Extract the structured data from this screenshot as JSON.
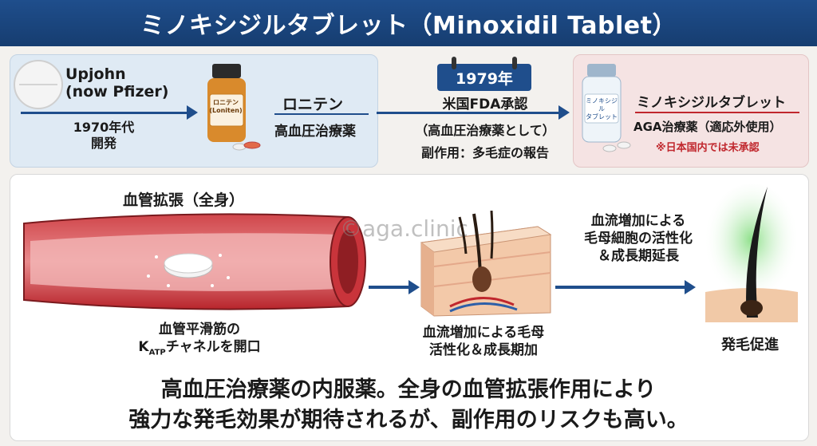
{
  "title": "ミノキシジルタブレット（Minoxidil Tablet）",
  "history": {
    "developer_line1": "Upjohn",
    "developer_line2": "(now Pfizer)",
    "era_line1": "1970年代",
    "era_line2": "開発",
    "bottle_label_line1": "ロニテン",
    "bottle_label_line2": "(Loniten)",
    "product_name": "ロニテン",
    "product_use": "高血圧治療薬",
    "year": "1979年",
    "approval_line1": "米国FDA承認",
    "approval_line2": "（高血圧治療薬として）",
    "approval_line3": "副作用：多毛症の報告",
    "current_bottle_label_line1": "ミノキシジル",
    "current_bottle_label_line2": "タブレット",
    "current_name": "ミノキシジルタブレット",
    "current_use": "AGA治療薬（適応外使用）",
    "current_note": "※日本国内では未承認"
  },
  "mechanism": {
    "vessel_heading": "血管拡張（全身）",
    "vessel_caption_line1": "血管平滑筋の",
    "vessel_caption_line2_k": "K",
    "vessel_caption_line2_sub": "ATP",
    "vessel_caption_line2_rest": "チャネルを開口",
    "skin_caption_line1": "血流増加による毛母",
    "skin_caption_line2": "活性化＆成長期加",
    "effect_text_line1": "血流増加による",
    "effect_text_line2": "毛母細胞の活性化",
    "effect_text_line3": "＆成長期延長",
    "result_label": "発毛促進",
    "watermark": "©aga.clinic"
  },
  "summary": {
    "line1": "高血圧治療薬の内服薬。全身の血管拡張作用により",
    "line2": "強力な発毛効果が期待されるが、副作用のリスクも高い。"
  },
  "colors": {
    "navy": "#1f4e8c",
    "warning_red": "#c0272d",
    "vessel_red": "#b8252c"
  }
}
